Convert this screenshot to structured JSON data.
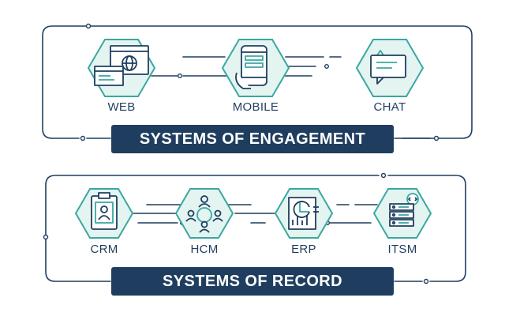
{
  "engagement": {
    "title": "SYSTEMS OF ENGAGEMENT",
    "items": [
      {
        "label": "WEB",
        "icon": "web-browser-icon"
      },
      {
        "label": "MOBILE",
        "icon": "mobile-phone-icon"
      },
      {
        "label": "CHAT",
        "icon": "chat-bubble-icon"
      }
    ]
  },
  "record": {
    "title": "SYSTEMS OF RECORD",
    "items": [
      {
        "label": "CRM",
        "icon": "clipboard-contact-icon"
      },
      {
        "label": "HCM",
        "icon": "people-network-icon"
      },
      {
        "label": "ERP",
        "icon": "report-chart-icon"
      },
      {
        "label": "ITSM",
        "icon": "server-code-icon"
      }
    ]
  },
  "colors": {
    "navy": "#1f3e5f",
    "teal": "#3aa8a0",
    "hex_fill": "#e3f4f1",
    "line": "#1f3e5f"
  }
}
